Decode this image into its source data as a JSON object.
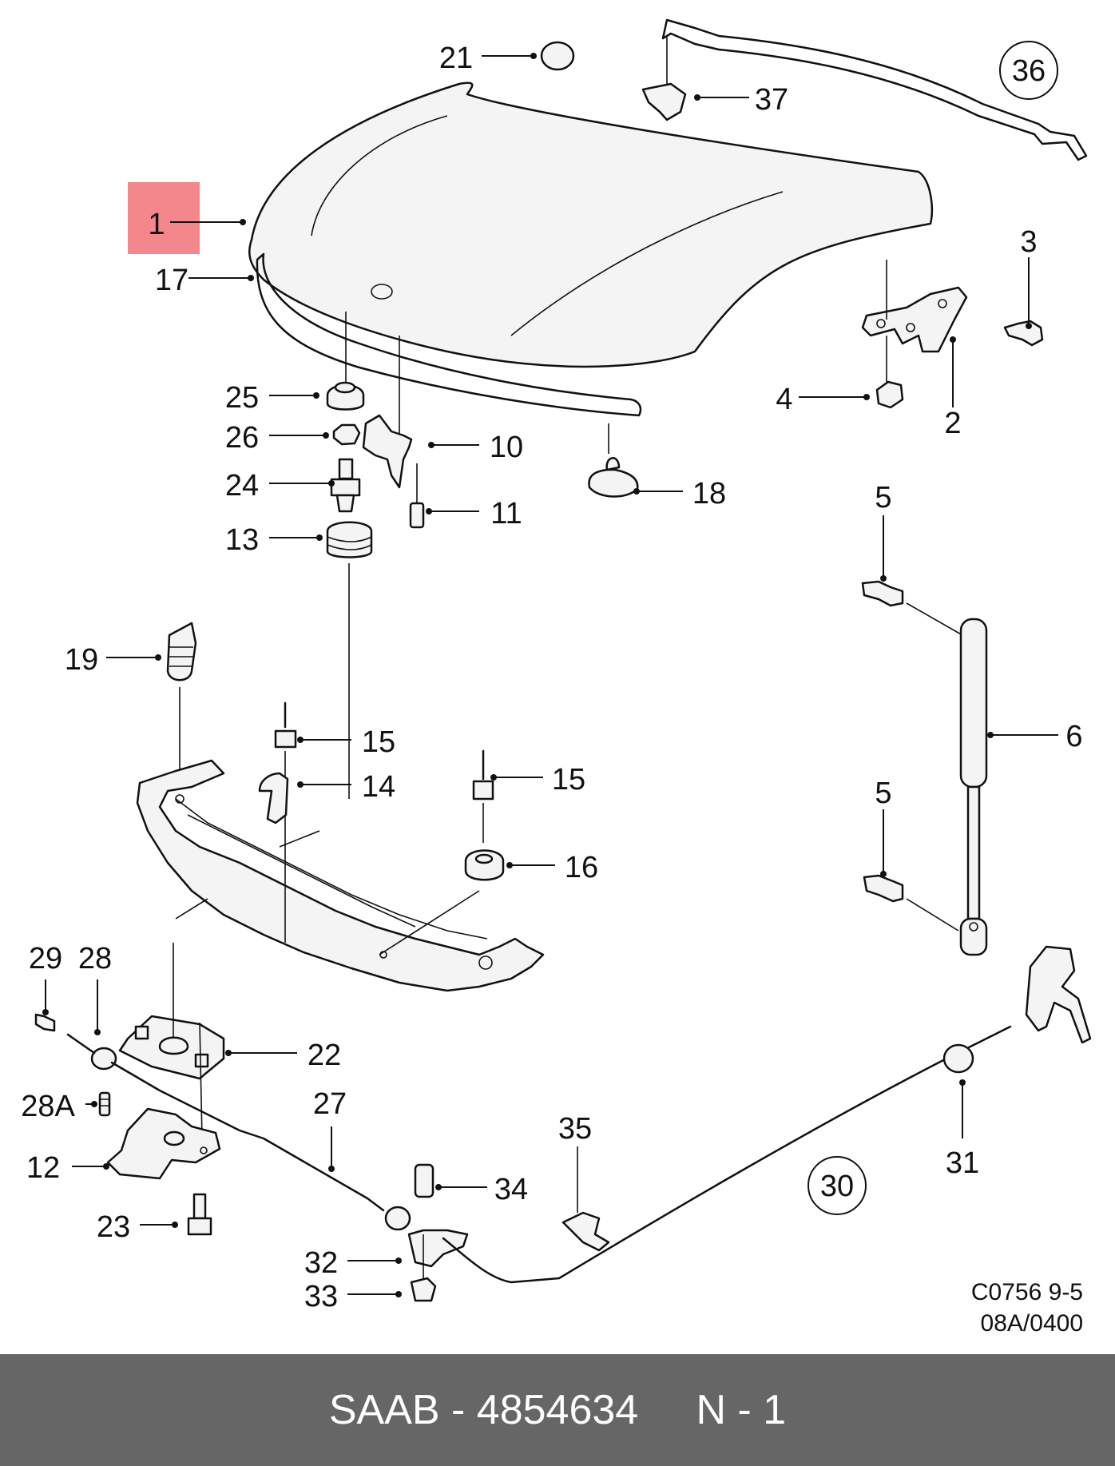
{
  "diagram": {
    "callouts": [
      "1",
      "2",
      "3",
      "4",
      "5",
      "5",
      "6",
      "10",
      "11",
      "12",
      "13",
      "14",
      "15",
      "15",
      "16",
      "17",
      "18",
      "19",
      "21",
      "22",
      "23",
      "24",
      "25",
      "26",
      "27",
      "28",
      "28A",
      "29",
      "30",
      "31",
      "32",
      "33",
      "34",
      "35",
      "36",
      "37"
    ],
    "code_line1": "C0756 9-5",
    "code_line2": "08A/0400",
    "highlight_color": "#f4878b"
  },
  "footer": {
    "text": "SAAB - 4854634     N - 1",
    "background": "#666666"
  }
}
